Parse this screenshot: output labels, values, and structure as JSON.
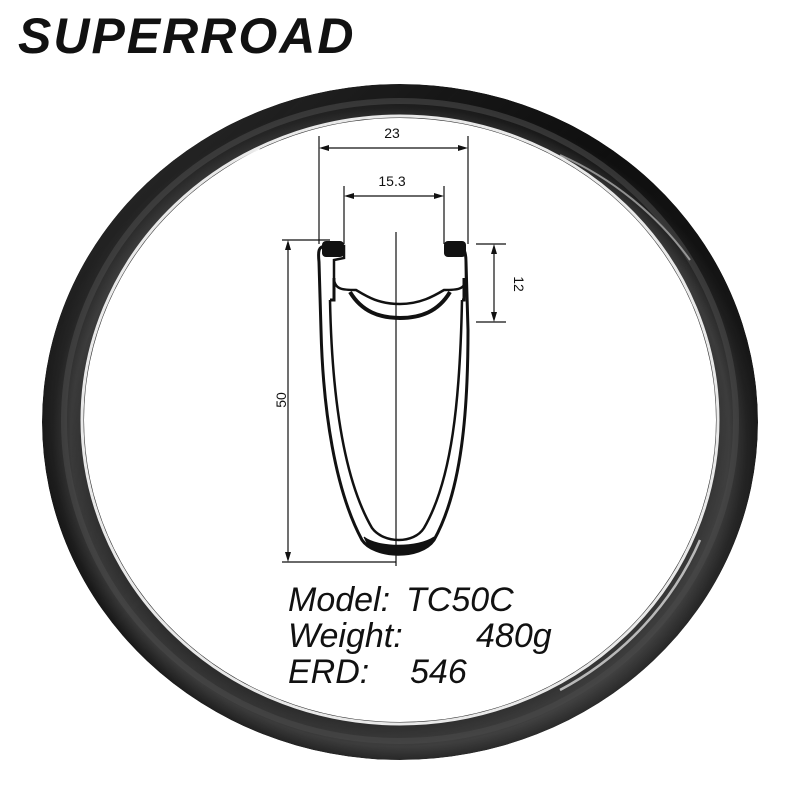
{
  "brand": {
    "logo_text": "SUPERROAD",
    "logo_color": "#111111"
  },
  "colors": {
    "carbon_dark": "#1b1b1b",
    "carbon_mid": "#3a3a3a",
    "highlight": "#e8e8e8",
    "dimension_line": "#111111"
  },
  "profile": {
    "dimensions": {
      "outer_width": "23",
      "inner_width": "15.3",
      "hook_depth": "12",
      "rim_depth": "50"
    }
  },
  "specs": {
    "model_label": "Model:",
    "model_value": "TC50C",
    "weight_label": "Weight:",
    "weight_value": "480g",
    "erd_label": "ERD:",
    "erd_value": "546"
  }
}
